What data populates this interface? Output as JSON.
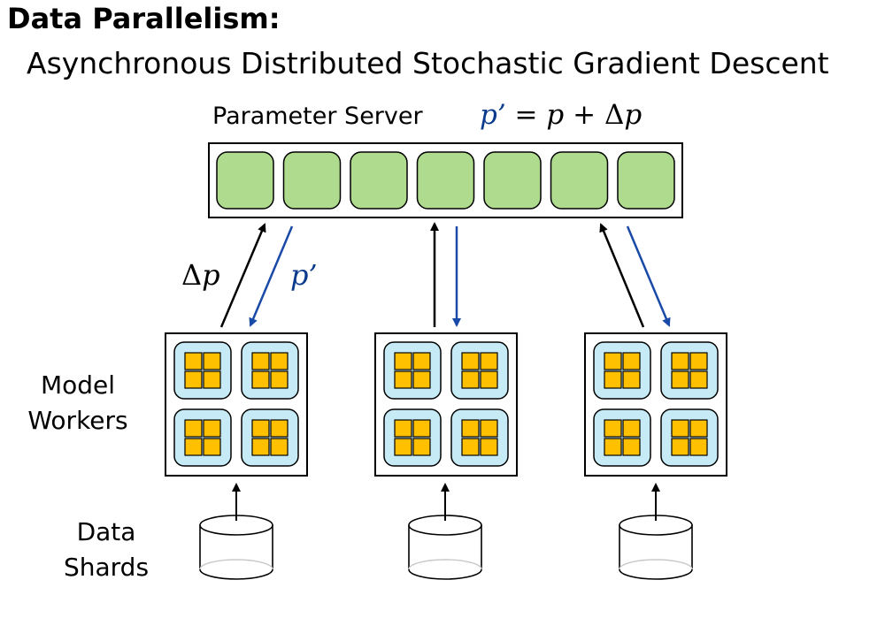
{
  "title": "Data Parallelism:",
  "subtitle": "Asynchronous Distributed Stochastic Gradient Descent",
  "parameter_server": {
    "label": "Parameter Server",
    "formula": {
      "lhs": "p’",
      "eq": " = ",
      "p": "p",
      "plus": " + ",
      "delta": "Δ",
      "dp": "p"
    },
    "cell_count": 7
  },
  "arrow_labels": {
    "delta_p": {
      "delta": "Δ",
      "p": "p"
    },
    "p_prime": "p’"
  },
  "side_labels": {
    "model_workers": [
      "Model",
      "Workers"
    ],
    "data_shards": [
      "Data",
      "Shards"
    ]
  },
  "workers": [
    {
      "id": 1
    },
    {
      "id": 2
    },
    {
      "id": 3
    }
  ],
  "colors": {
    "cell_green": "#aedb8d",
    "core_yellow": "#ffc000",
    "chip_light_blue": "#c6ebf7",
    "arrow_blue": "#1a4aa8",
    "arrow_black": "#000000",
    "text_blue": "#0a3a8c"
  }
}
